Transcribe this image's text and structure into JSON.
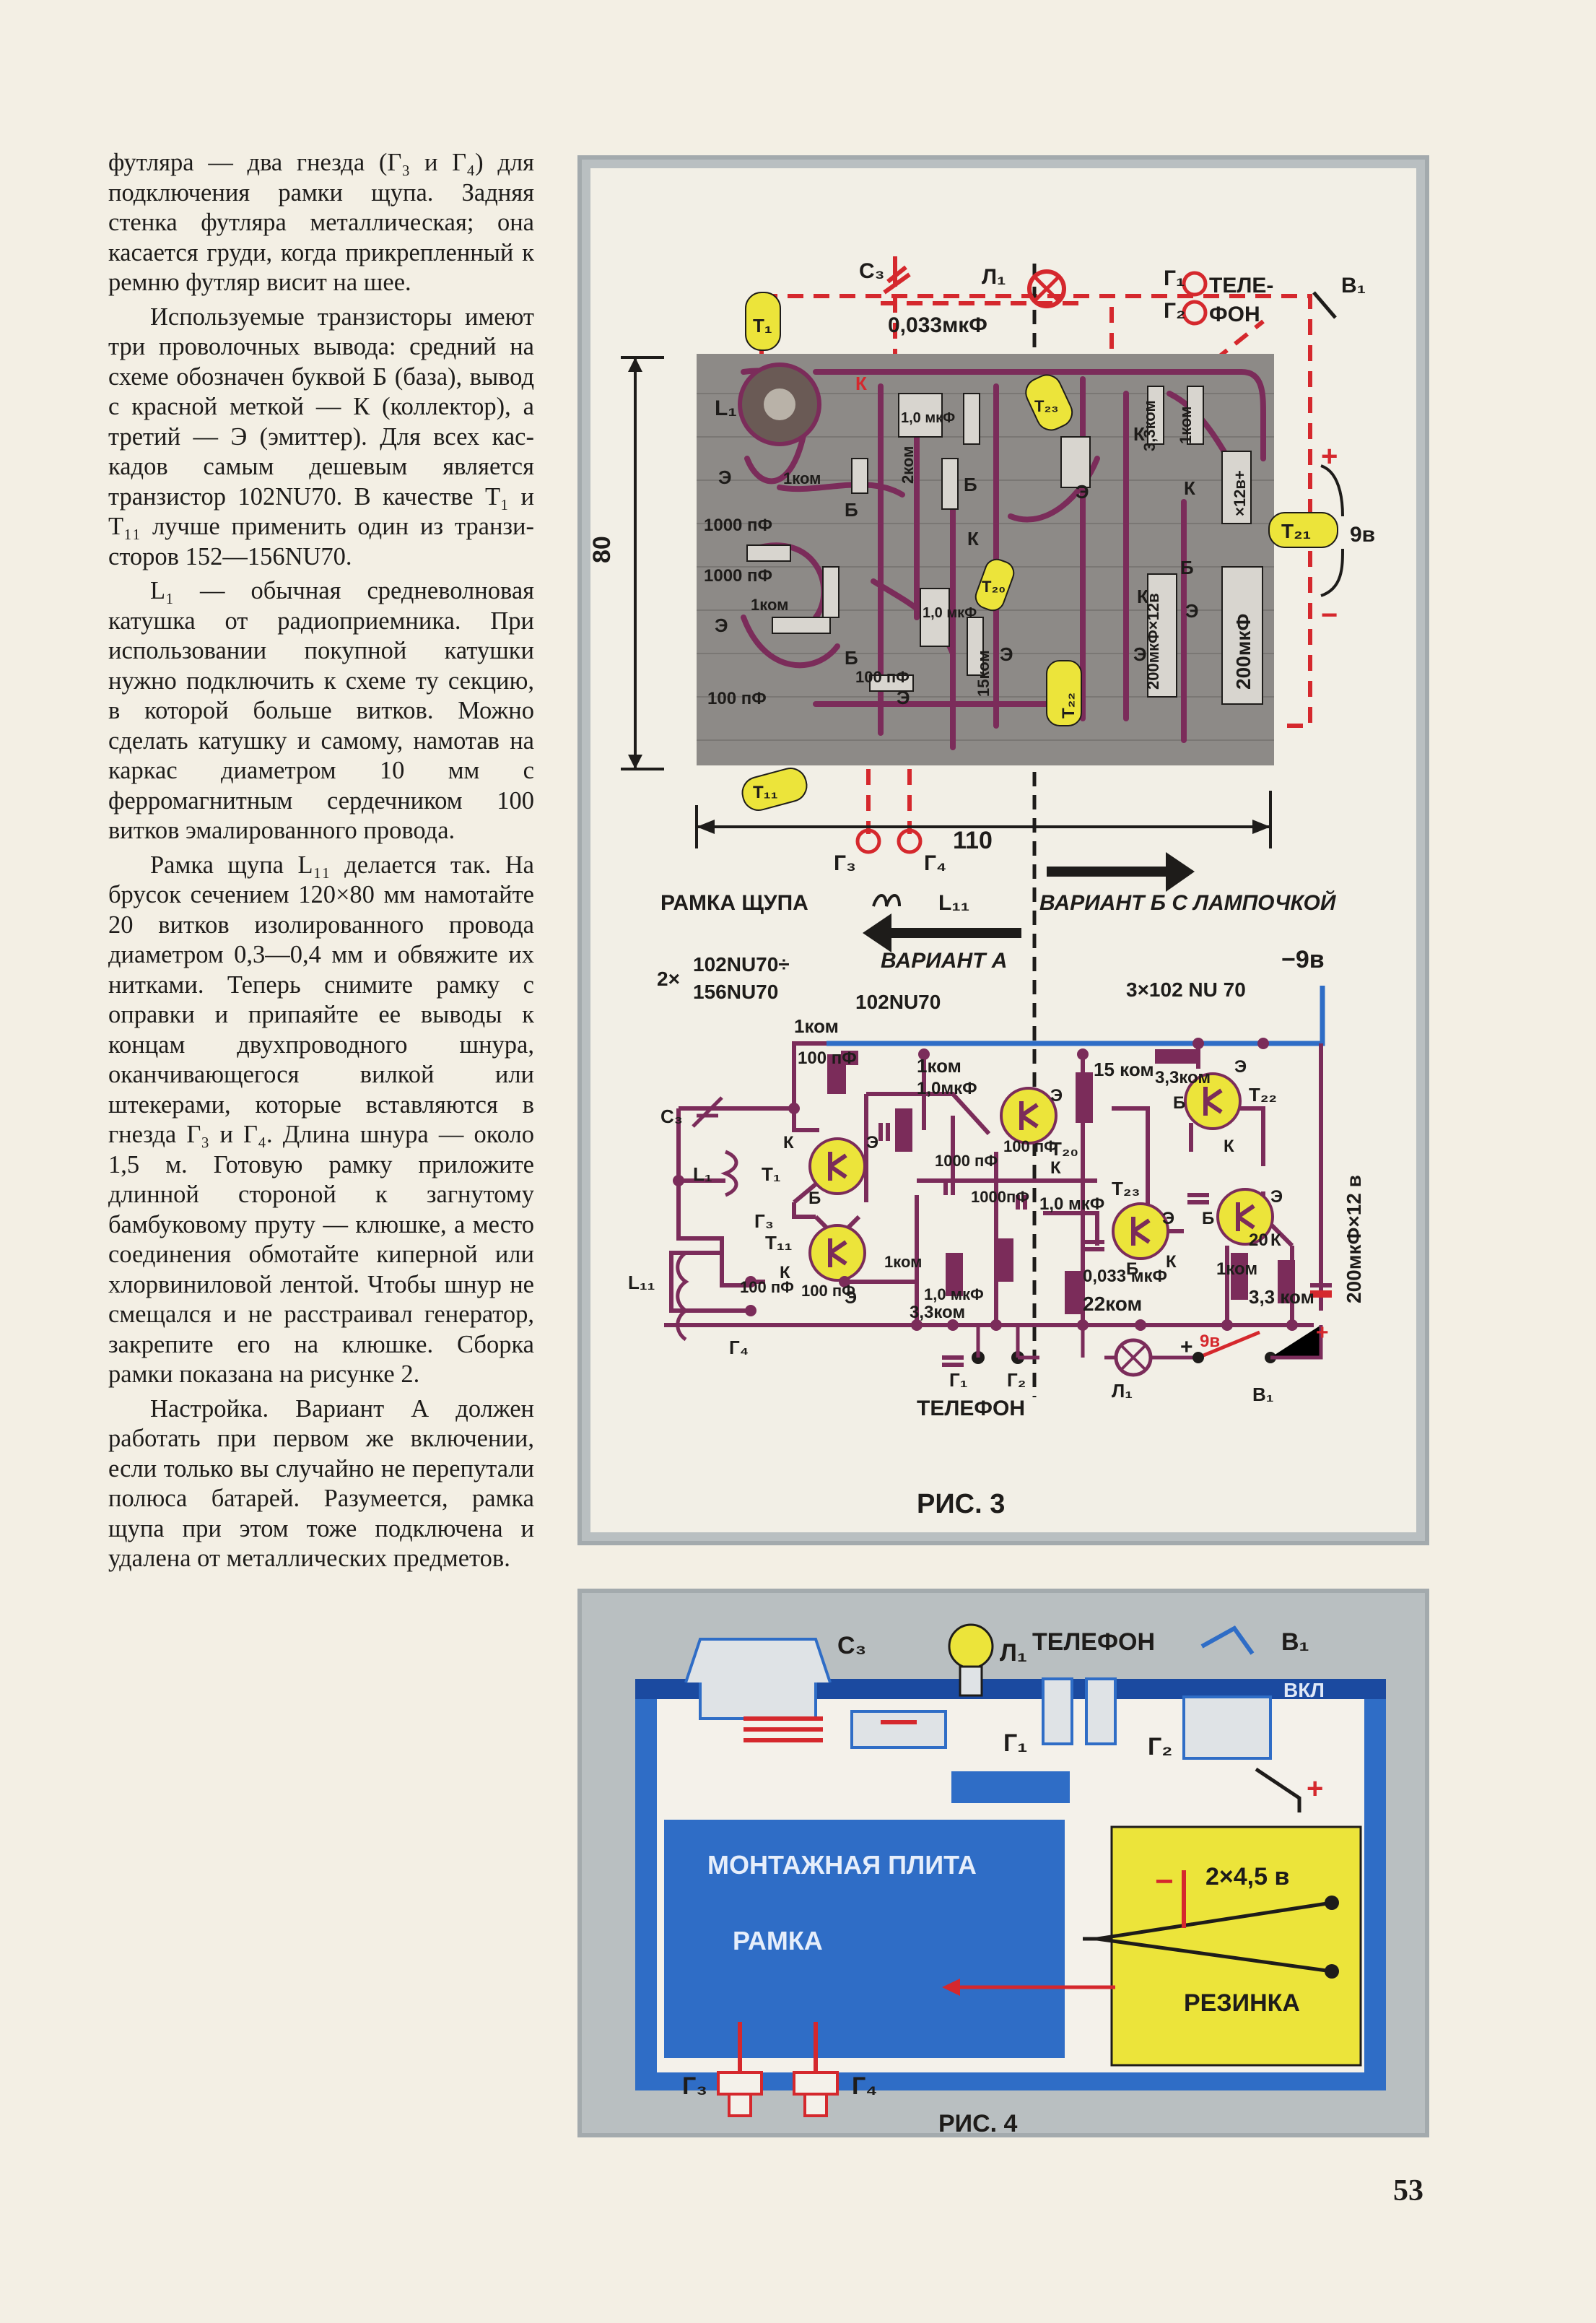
{
  "article": {
    "paragraphs": [
      "футляра — два гнезда (Г₃ и Г₄) для подключения рам­ки щупа. Задняя стенка футляра металлическая; она касается груди, когда при­крепленный к ремню футляр висит на шее.",
      "Используемые транзисто­ры имеют три проволочных вывода: средний на схеме обозначен буквой Б (база), вывод с красной меткой — К (коллектор), а третий — Э (эмиттер). Для всех кас­кадов самым дешевым яв­ляется транзистор 102NU70. В качестве Т₁ и Т₁₁ лучше применить один из транзи­сторов 152—156NU70.",
      "L₁ — обычная средневол­новая катушка от радио­приемника. При использо­вании покупной катушки нужно подключить к схеме ту секцию, в которой боль­ше витков. Можно сделать катушку и самому, намотав на каркас диаметром 10 мм с ферромагнитным сердеч­ником 100 витков эмалиро­ванного провода.",
      "Рамка щупа L₁₁ делается так. На брусок сечением 120×80 мм намотайте 20 витков изолированного провода диаметром 0,3—0,4 мм и обвяжите их нитками. Теперь снимите рамку с оправки и припаяй­те ее выводы к концам двухпроводного шнура, оканчивающегося вилкой или штекерами, которые вставляются в гнезда Г₃ и Г₄. Длина шнура — около 1,5 м. Готовую рамку при­ложите длинной стороной к загнутому бамбуковому пру­ту — клюшке, а место соеди­нения обмотайте киперной или хлорвиниловой лентой. Чтобы шнур не смещался и не расстраивал генератор, закрепите его на клюшке. Сборка рамки показана на рисунке 2.",
      "Настройка. Вариант А должен работать при пер­вом же включении, если только вы случайно не пе­репутали полюса батарей. Разумеется, рамка щупа при этом тоже подключена и удалена от металлических предметов."
    ]
  },
  "fig3": {
    "caption": "РИС. 3",
    "board": {
      "dim_height": "80",
      "dim_width": "110",
      "labels": {
        "c3": "С₃",
        "l1": "Л₁",
        "g1": "Г₁",
        "g2": "Г₂",
        "telefon_top": "ТЕЛЕ-",
        "telefon_bottom": "ФОН",
        "b1": "В₁",
        "cap_0033": "0,033мкФ",
        "t1": "Т₁",
        "t11": "Т₁₁",
        "t20": "Т₂₀",
        "t21": "Т₂₁",
        "t22": "Т₂₂",
        "t23": "Т₂₃",
        "l1_coil": "L₁",
        "cap_1000_a": "1000 пФ",
        "cap_1000_b": "1000 пФ",
        "cap_100_a": "100 пФ",
        "cap_100_b": "100 пФ",
        "res_1kom_a": "1ком",
        "res_1kom_b": "1ком",
        "res_1kom_c": "1ком",
        "res_2kom": "2ком",
        "res_15kom": "15ком",
        "res_33kom": "3,3ком",
        "cap_10mkf_a": "1,0 мкФ",
        "cap_10mkf_b": "1,0 мкФ",
        "cap_200_12": "200мкФ×12в",
        "cap_200": "200мкФ",
        "batt_12": "×12в+",
        "volt_9": "9в",
        "plus": "+",
        "minus": "−",
        "k": "К",
        "b": "Б",
        "e": "Э"
      },
      "g3": "Г₃",
      "g4": "Г₄",
      "l11": "L₁₁",
      "frame_probe": "РАМКА ЩУПА"
    },
    "variant_b": "ВАРИАНТ Б С ЛАМПОЧКОЙ",
    "variant_a": "ВАРИАНТ А",
    "schematic": {
      "left_transistors_count": "2×",
      "left_transistors_top": "102NU70÷",
      "left_transistors_bottom": "156NU70",
      "mid_transistor": "102NU70",
      "right_transistors": "3×102 NU 70",
      "supply": "−9в",
      "labels": {
        "r_1kom_a": "1ком",
        "r_1kom_b": "1ком",
        "r_1kom_c": "1ком",
        "r_1kom_d": "1ком",
        "c_100_a": "100 пФ",
        "c_100_b": "100 пФ",
        "c_100_c": "100 пФ",
        "c_100_d": "100 пФ",
        "c_10mkf_a": "1,0мкФ",
        "c_1000_a": "1000 пФ",
        "c_1000_b": "1000пФ",
        "r_15kom": "15 ком",
        "r_33kom_a": "3,3ком",
        "r_33kom_b": "3,3ком",
        "r_33kom_c": "3,3 ком",
        "c_10mkf_b": "1,0 мкФ",
        "c_10mkf_c": "1,0 мкФ",
        "c_0033": "0,033 мкФ",
        "r_22kom": "22ком",
        "c_20": "20",
        "c_200_12": "200мкФ×12 в",
        "c3": "С₃",
        "l1": "L₁",
        "t1": "Т₁",
        "t11": "Т₁₁",
        "t20": "Т₂₀",
        "t22": "Т₂₂",
        "t23": "Т₂₃",
        "g3": "Г₃",
        "g4": "Г₄",
        "l11": "L₁₁",
        "g1": "Г₁",
        "g2": "Г₂",
        "telefon": "ТЕЛЕФОН",
        "lamp": "Л₁",
        "batt_9": "9в",
        "b1": "В₁",
        "plus": "+",
        "k": "К",
        "b": "Б",
        "e": "Э"
      }
    }
  },
  "fig4": {
    "caption": "РИС. 4",
    "labels": {
      "c3": "С₃",
      "l1": "Л₁",
      "telefon": "ТЕЛЕФОН",
      "b1": "В₁",
      "vkl": "ВКЛ",
      "g1": "Г₁",
      "g2": "Г₂",
      "board": "МОНТАЖНАЯ ПЛИТА",
      "frame": "РАМКА",
      "battery": "2×4,5 в",
      "rubber": "РЕЗИНКА",
      "g3": "Г₃",
      "g4": "Г₄",
      "plus": "+",
      "minus": "−"
    }
  },
  "page_number": "53",
  "colors": {
    "red": "#d5282d",
    "purple": "#7b2c5a",
    "yellow": "#ece43a",
    "blue": "#2f6dc6",
    "board_gray": "#8d8a87",
    "frame_gray": "#b9bfc1"
  }
}
